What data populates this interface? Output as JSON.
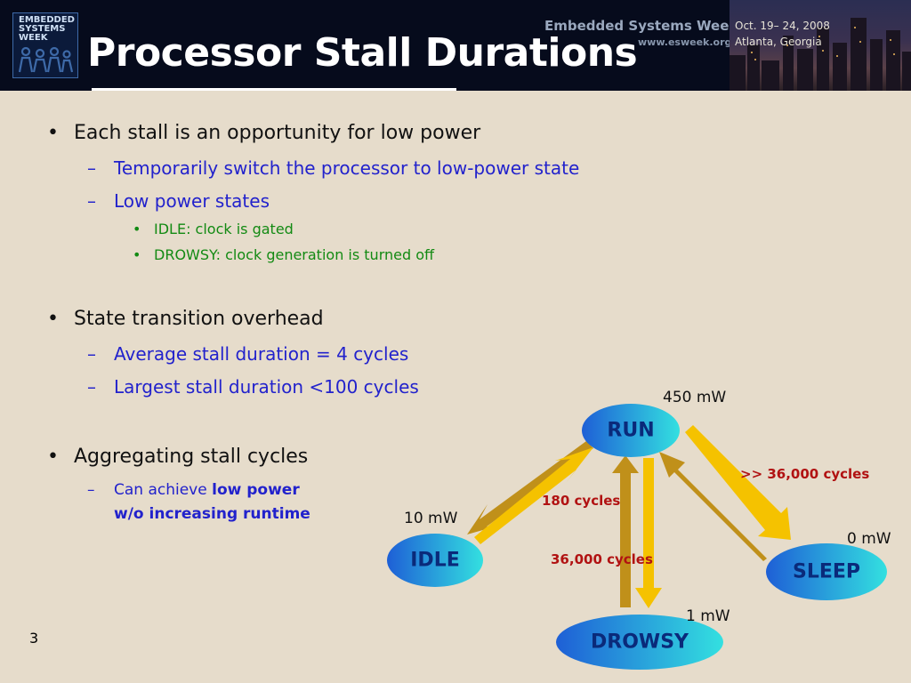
{
  "header": {
    "logo_text": "EMBEDDED\nSYSTEMS\nWEEK",
    "title": "Processor Stall Durations",
    "event_name": "Embedded Systems Week",
    "event_url": "www.esweek.org",
    "event_dates": "Oct. 19– 24, 2008",
    "event_location": "Atlanta, Georgia"
  },
  "bullets": {
    "b1": {
      "text": "Each stall is an opportunity for low power",
      "sub1": "Temporarily switch the processor to low-power state",
      "sub2": "Low power states",
      "sub2_items": [
        "IDLE: clock is gated",
        "DROWSY: clock generation is turned off"
      ]
    },
    "b2": {
      "text": "State transition overhead",
      "sub1": "Average stall duration = 4 cycles",
      "sub2": "Largest stall duration <100 cycles"
    },
    "b3": {
      "text": "Aggregating stall cycles",
      "sub1_prefix": "Can achieve ",
      "sub1_bold1": "low power",
      "sub1_bold2": "w/o increasing runtime"
    },
    "bullet_glyph": "•",
    "dash_glyph": "–"
  },
  "diagram": {
    "nodes": {
      "run": "RUN",
      "idle": "IDLE",
      "sleep": "SLEEP",
      "drowsy": "DROWSY"
    },
    "power": {
      "run": "450 mW",
      "idle": "10 mW",
      "sleep": "0 mW",
      "drowsy": "1 mW"
    },
    "transitions": {
      "run_idle": "180 cycles",
      "run_drowsy": "36,000 cycles",
      "run_sleep": ">> 36,000 cycles"
    },
    "colors": {
      "node_fill_start": "#1e5fd6",
      "node_fill_end": "#33e0e0",
      "arrow_yellow": "#f5c200",
      "arrow_brown": "#c0901a",
      "cycle_text": "#b11212",
      "node_text": "#0a2a7a"
    }
  },
  "footer": {
    "page_number": "3"
  }
}
